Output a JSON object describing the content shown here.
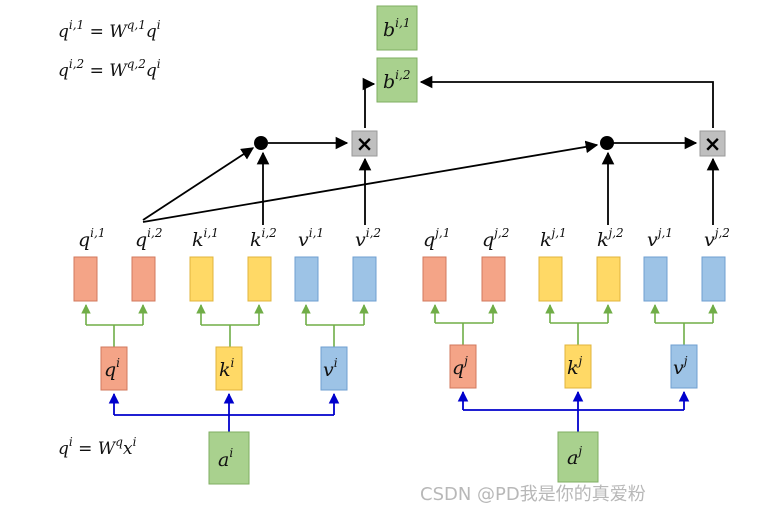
{
  "equations": {
    "line1": {
      "lhs": "q",
      "lhs_sup": "i,1",
      "eq": " = ",
      "W": "W",
      "W_sup": "q,1",
      "rhs": "q",
      "rhs_sup": "i"
    },
    "line2": {
      "lhs": "q",
      "lhs_sup": "i,2",
      "eq": " = ",
      "W": "W",
      "W_sup": "q,2",
      "rhs": "q",
      "rhs_sup": "i"
    },
    "line3": {
      "lhs": "q",
      "lhs_sup": "i",
      "eq": " = ",
      "W": "W",
      "W_sup": "q",
      "x": "x",
      "x_sup": "i"
    }
  },
  "outputs": {
    "b1": {
      "base": "b",
      "sup": "i,1"
    },
    "b2": {
      "base": "b",
      "sup": "i,2"
    }
  },
  "heads": {
    "i": [
      {
        "base": "q",
        "sup": "i,1"
      },
      {
        "base": "q",
        "sup": "i,2"
      },
      {
        "base": "k",
        "sup": "i,1"
      },
      {
        "base": "k",
        "sup": "i,2"
      },
      {
        "base": "v",
        "sup": "i,1"
      },
      {
        "base": "v",
        "sup": "i,2"
      }
    ],
    "j": [
      {
        "base": "q",
        "sup": "j,1"
      },
      {
        "base": "q",
        "sup": "j,2"
      },
      {
        "base": "k",
        "sup": "j,1"
      },
      {
        "base": "k",
        "sup": "j,2"
      },
      {
        "base": "v",
        "sup": "j,1"
      },
      {
        "base": "v",
        "sup": "j,2"
      }
    ]
  },
  "projections": {
    "i": [
      {
        "base": "q",
        "sup": "i"
      },
      {
        "base": "k",
        "sup": "i"
      },
      {
        "base": "v",
        "sup": "i"
      }
    ],
    "j": [
      {
        "base": "q",
        "sup": "j"
      },
      {
        "base": "k",
        "sup": "j"
      },
      {
        "base": "v",
        "sup": "j"
      }
    ]
  },
  "inputs": {
    "ai": {
      "base": "a",
      "sup": "i"
    },
    "aj": {
      "base": "a",
      "sup": "j"
    }
  },
  "operators": {
    "multiply": "×"
  },
  "watermark": "CSDN @PD我是你的真爱粉",
  "colors": {
    "q_fill": "#f4a487",
    "q_stroke": "#d2785c",
    "k_fill": "#ffd966",
    "k_stroke": "#e0b43c",
    "v_fill": "#9dc3e6",
    "v_stroke": "#6f9fd0",
    "green_fill": "#a9d18e",
    "green_stroke": "#7fae62",
    "split_line": "#70ad47",
    "input_line": "#0000cc",
    "attn_line": "#000000",
    "op_fill": "#bfbfbf"
  }
}
